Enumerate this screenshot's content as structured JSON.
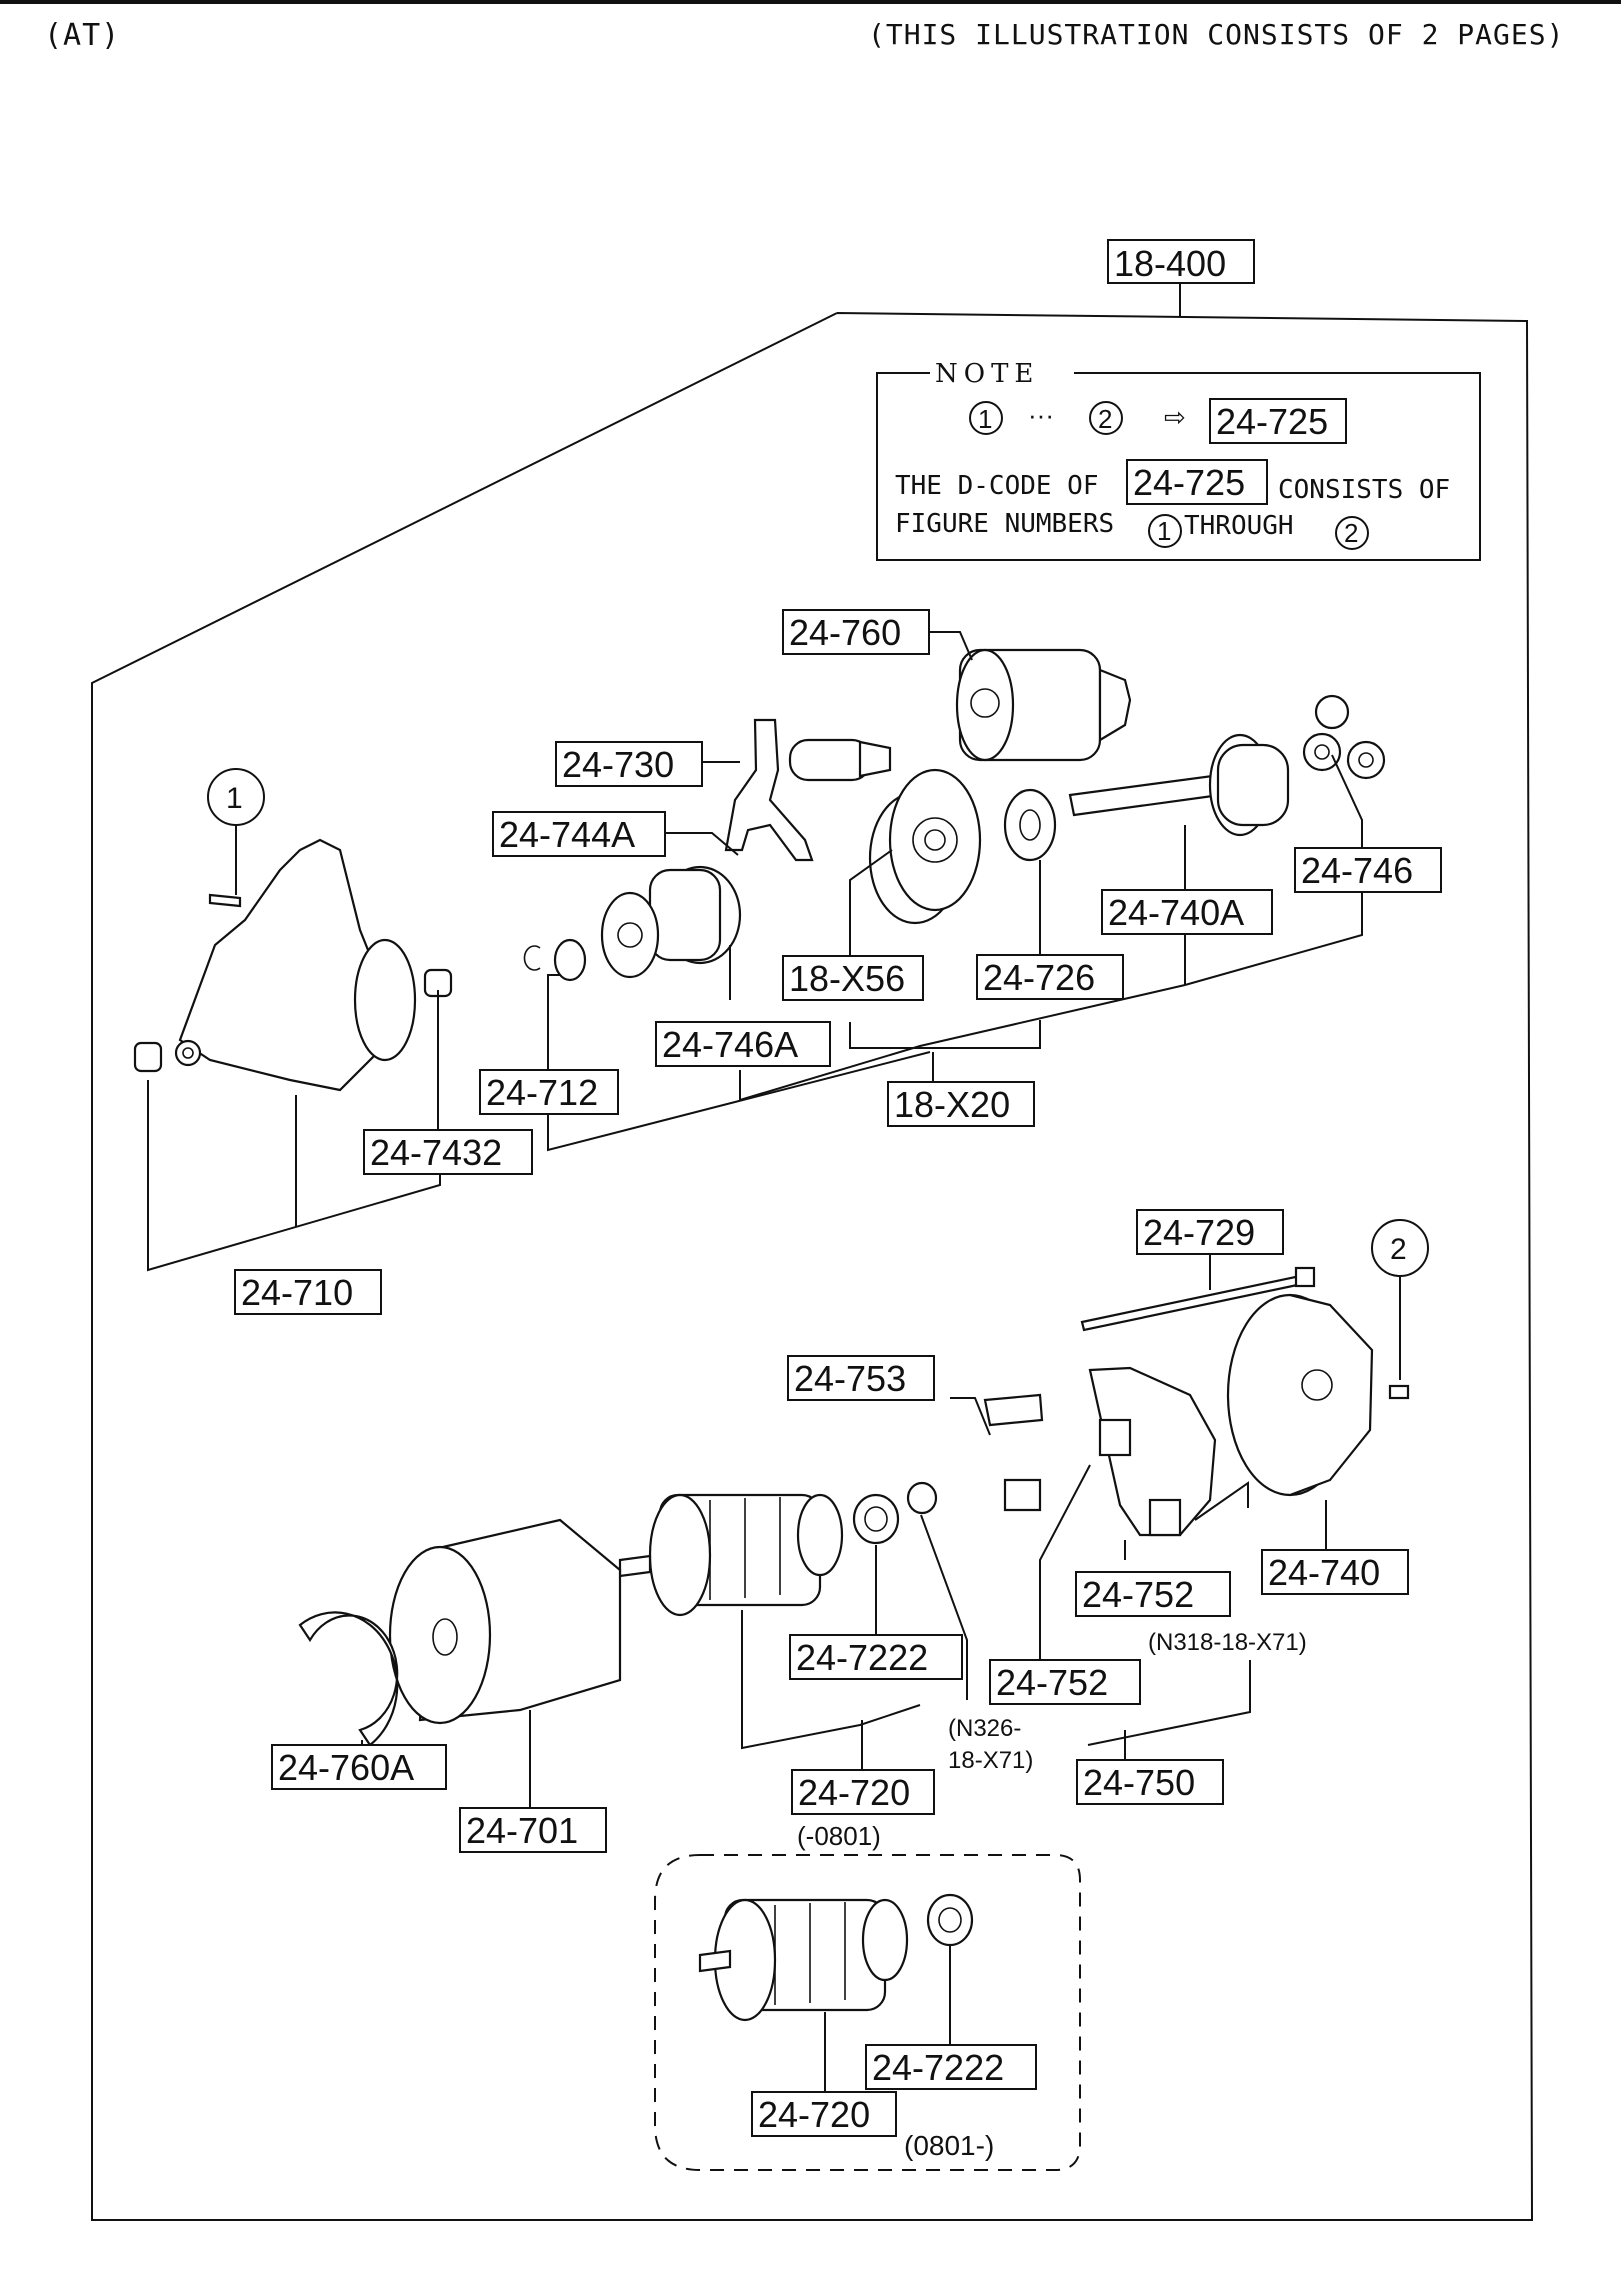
{
  "header": {
    "left": "(AT)",
    "right": "(THIS ILLUSTRATION CONSISTS OF  2 PAGES)"
  },
  "assembly_label": "18-400",
  "note": {
    "title": "NOTE",
    "range_from": "1",
    "range_to": "2",
    "arrow": "⇨",
    "target": "24-725",
    "line1_pre": "THE D-CODE OF",
    "line1_code": "24-725",
    "line1_post": "CONSISTS OF",
    "line2_pre": "FIGURE NUMBERS",
    "line2_mid": "THROUGH",
    "fig_a": "1",
    "fig_b": "2"
  },
  "callouts": {
    "c1": "1",
    "c2": "2"
  },
  "labels": {
    "l24_760": "24-760",
    "l24_730": "24-730",
    "l24_744A": "24-744A",
    "l24_746": "24-746",
    "l24_740A": "24-740A",
    "l18_X56": "18-X56",
    "l24_726": "24-726",
    "l24_746A": "24-746A",
    "l24_712": "24-712",
    "l18_X20": "18-X20",
    "l24_7432": "24-7432",
    "l24_710": "24-710",
    "l24_729": "24-729",
    "l24_753": "24-753",
    "l24_740": "24-740",
    "l24_752a": "24-752",
    "l24_752a_note": "(N318-18-X71)",
    "l24_752b": "24-752",
    "l24_752b_note1": "(N326-",
    "l24_752b_note2": "18-X71)",
    "l24_7222": "24-7222",
    "l24_760A": "24-760A",
    "l24_701": "24-701",
    "l24_720": "24-720",
    "l24_720_note": "(-0801)",
    "l24_750": "24-750",
    "l24_7222b": "24-7222",
    "l24_720b": "24-720",
    "l24_720b_note": "(0801-)"
  }
}
